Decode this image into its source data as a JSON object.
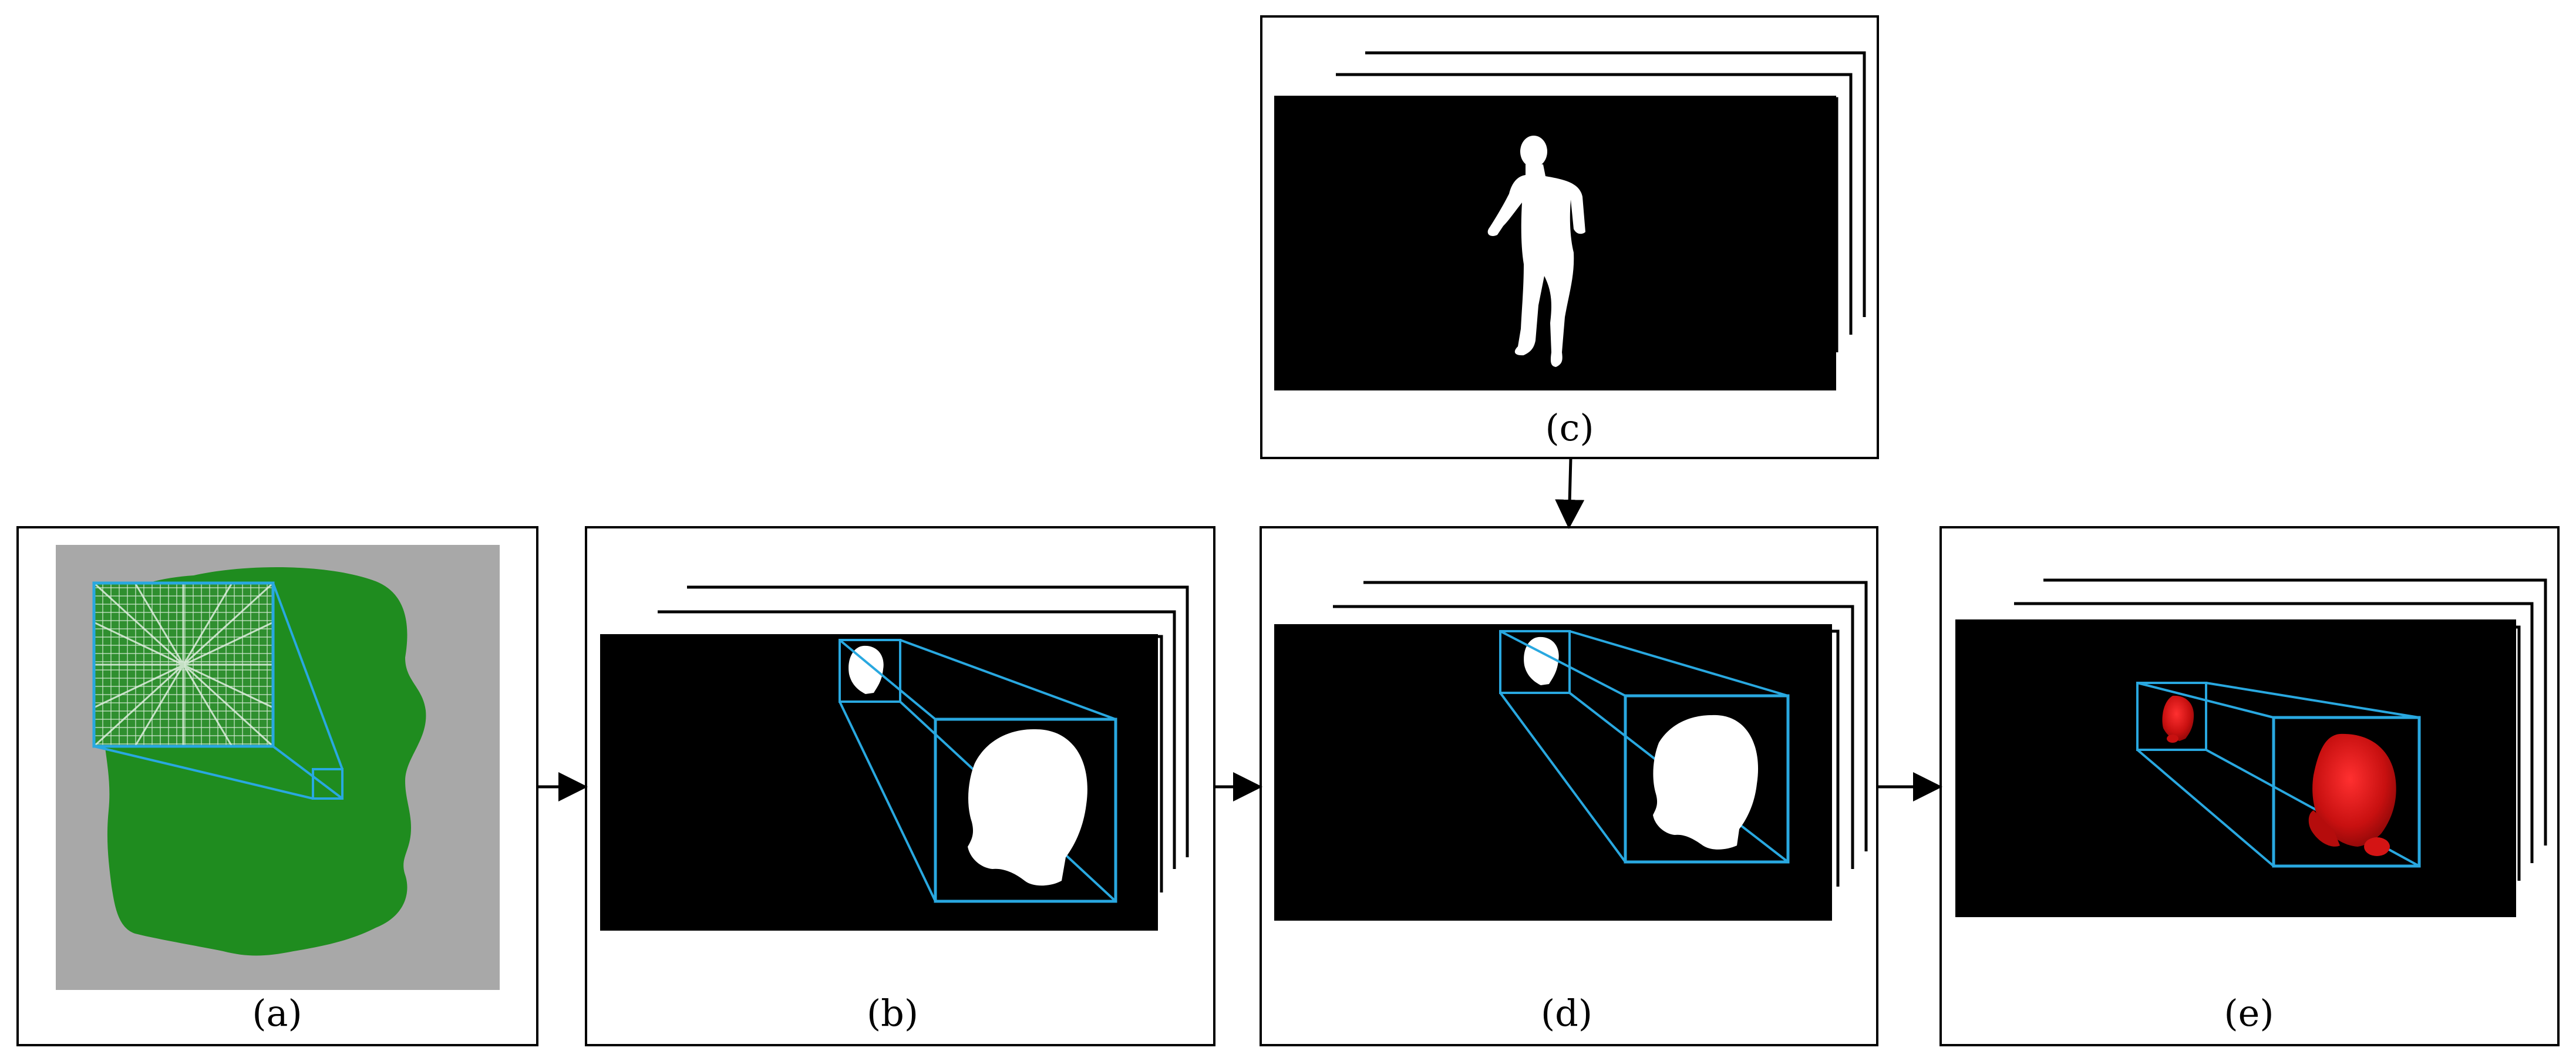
{
  "figure": {
    "panels": [
      {
        "id": "a",
        "label": "(a)"
      },
      {
        "id": "b",
        "label": "(b)"
      },
      {
        "id": "c",
        "label": "(c)"
      },
      {
        "id": "d",
        "label": "(d)"
      },
      {
        "id": "e",
        "label": "(e)"
      }
    ],
    "flow": [
      {
        "from": "a",
        "to": "b"
      },
      {
        "from": "b",
        "to": "d"
      },
      {
        "from": "c",
        "to": "d"
      },
      {
        "from": "d",
        "to": "e"
      }
    ],
    "colors": {
      "frame": "#000000",
      "zoom_box": "#29a8e0",
      "head_mesh": "#1f8c1f",
      "mesh_background": "#a8a8a8",
      "mask_background": "#000000",
      "silhouette": "#ffffff",
      "depth_head": "#e01010"
    }
  }
}
